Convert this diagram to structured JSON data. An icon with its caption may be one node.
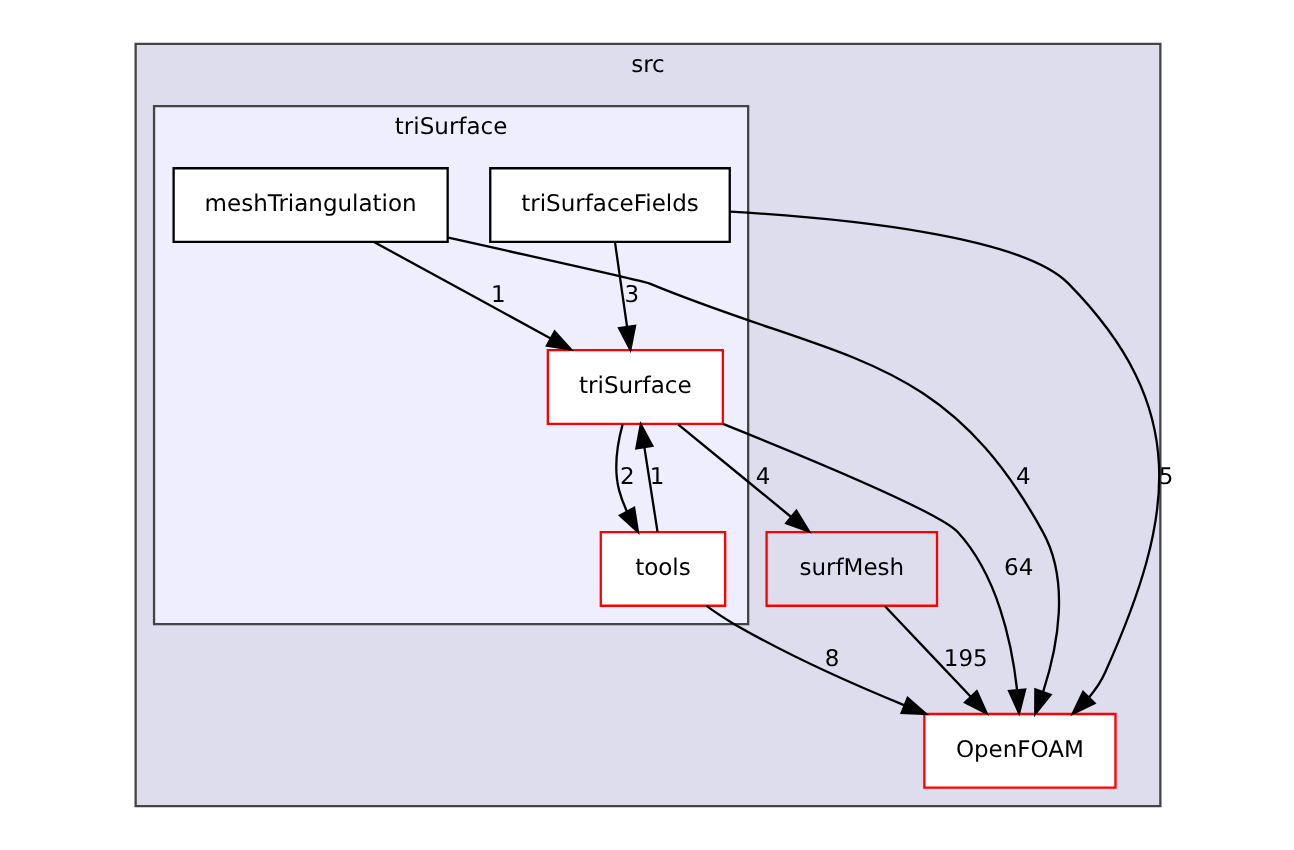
{
  "diagram": {
    "nodes": [
      {
        "text": [
          "src"
        ]
      },
      {
        "text": [
          "triSurface"
        ],
        "in": 0
      },
      {
        "text": [
          "meshTriangulation"
        ],
        "in": 1
      },
      {
        "text": [
          "triSurfaceFields"
        ],
        "in": 1
      },
      {
        "text": [
          "triSurface"
        ],
        "in": 1
      },
      {
        "text": [
          "tools"
        ],
        "in": 1
      },
      {
        "text": [
          "surfMesh"
        ],
        "in": 0
      },
      {
        "text": [
          "OpenFOAM"
        ],
        "in": 0
      }
    ],
    "edges": [
      {
        "from": 2,
        "to": 4,
        "arrow": "to",
        "label": "1"
      },
      {
        "from": 2,
        "to": 7,
        "arrow": "to",
        "label": "4"
      },
      {
        "from": 3,
        "to": 4,
        "arrow": "to",
        "label": "3"
      },
      {
        "from": 3,
        "to": 7,
        "arrow": "to",
        "label": "5"
      },
      {
        "from": 4,
        "to": 5,
        "arrow": "to",
        "label": "2"
      },
      {
        "from": 4,
        "to": 6,
        "arrow": "to",
        "label": "4"
      },
      {
        "from": 4,
        "to": 7,
        "arrow": "to",
        "label": "64"
      },
      {
        "from": 5,
        "to": 4,
        "arrow": "to",
        "label": "1"
      },
      {
        "from": 5,
        "to": 7,
        "arrow": "to",
        "label": "8"
      },
      {
        "from": 6,
        "to": 7,
        "arrow": "to",
        "label": "195"
      }
    ]
  }
}
